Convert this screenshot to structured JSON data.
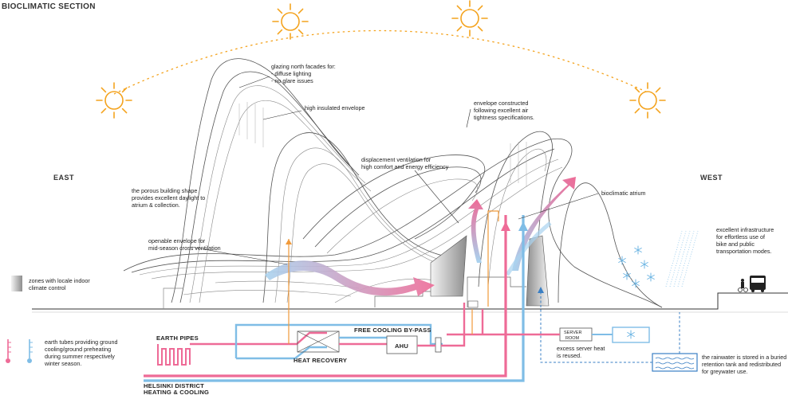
{
  "title": "BIOCLIMATIC SECTION",
  "directions": {
    "east": "EAST",
    "west": "WEST"
  },
  "annotations": {
    "glazing": [
      "glazing north facades for:",
      "- diffuse lighting",
      "- no glare issues"
    ],
    "insulated": [
      "high insulated envelope"
    ],
    "envelope_air": [
      "envelope constructed",
      "following excellent air",
      "tightness specifications."
    ],
    "displacement": [
      "displacement ventilation for",
      "high comfort and energy efficiency"
    ],
    "porous": [
      "the porous building shape",
      "provides excellent daylight to",
      "atrium & collection."
    ],
    "atrium": [
      "bioclimatic atrium"
    ],
    "openable": [
      "openable envelope for",
      "mid-season cross ventilation"
    ],
    "infrastructure": [
      "excellent infrastructure",
      "for effortless use of",
      "bike and public",
      "transportation modes."
    ],
    "zones": [
      "zones with locale indoor",
      "climate control"
    ],
    "earth_tubes": [
      "earth tubes providing ground",
      "cooling/ground preheating",
      "during summer respectively",
      "winter season."
    ],
    "earth_pipes": [
      "EARTH PIPES"
    ],
    "free_cooling": [
      "FREE COOLING BY-PASS"
    ],
    "heat_recovery": [
      "HEAT RECOVERY"
    ],
    "ahu": [
      "AHU"
    ],
    "server_room": [
      "SERVER",
      "ROOM"
    ],
    "server_heat": [
      "excess server heat",
      "is reused."
    ],
    "rainwater": [
      "the rainwater is stored in a buried",
      "retention tank and redistributed",
      "for greywater use."
    ],
    "helsinki": [
      "HELSINKI DISTRICT",
      "HEATING & COOLING"
    ]
  },
  "colors": {
    "sun": "#f4a31e",
    "warm_pipe": "#ee6b97",
    "cool_pipe": "#7fbde6",
    "orange_air": "#f19a3a",
    "blue_dash": "#3a7fc4",
    "snow": "#6fb6e3"
  }
}
